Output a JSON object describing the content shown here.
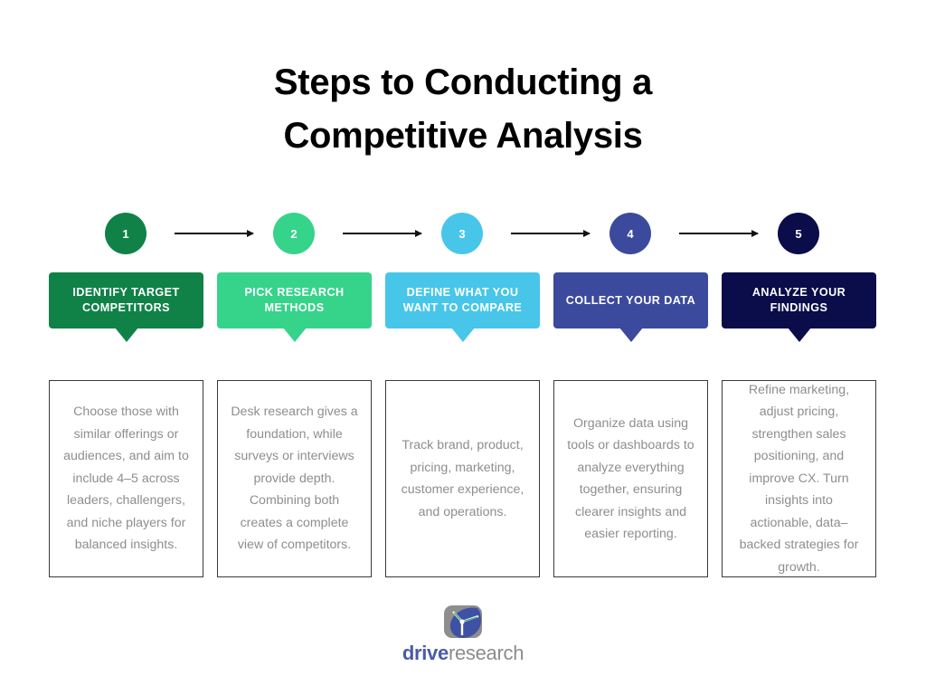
{
  "title": {
    "line1": "Steps to Conducting a",
    "line2": "Competitive Analysis"
  },
  "steps": [
    {
      "number": "1",
      "header": "IDENTIFY TARGET COMPETITORS",
      "body": "Choose those with similar offerings or audiences, and aim to include 4–5 across leaders, challengers, and niche players for balanced insights.",
      "color": "#108248"
    },
    {
      "number": "2",
      "header": "PICK RESEARCH METHODS",
      "body": "Desk research gives a foundation, while surveys or interviews provide depth. Combining both creates a complete view of competitors.",
      "color": "#36d38b"
    },
    {
      "number": "3",
      "header": "DEFINE WHAT YOU WANT TO COMPARE",
      "body": "Track brand, product, pricing, marketing, customer experience, and operations.",
      "color": "#47c6ea"
    },
    {
      "number": "4",
      "header": "COLLECT YOUR DATA",
      "body": "Organize data using tools or dashboards to analyze everything together, ensuring clearer insights and easier reporting.",
      "color": "#3b4a9c"
    },
    {
      "number": "5",
      "header": "ANALYZE YOUR FINDINGS",
      "body": "Refine marketing, adjust pricing, strengthen sales positioning, and improve CX. Turn insights into actionable, data–backed strategies for growth.",
      "color": "#0a0d4a"
    }
  ],
  "arrows": {
    "count": 4,
    "icon": "arrow-right-icon",
    "color": "#111111"
  },
  "logo": {
    "mark": "drive-research-logo-icon",
    "word_bold": "drive",
    "word_light": "research",
    "bold_color": "#4a5aa8",
    "light_color": "#8c8c8c"
  },
  "theme": {
    "background": "#ffffff",
    "title_color": "#000000",
    "body_text_color": "#8e8e8e",
    "card_border_color": "#3a3a3a"
  }
}
